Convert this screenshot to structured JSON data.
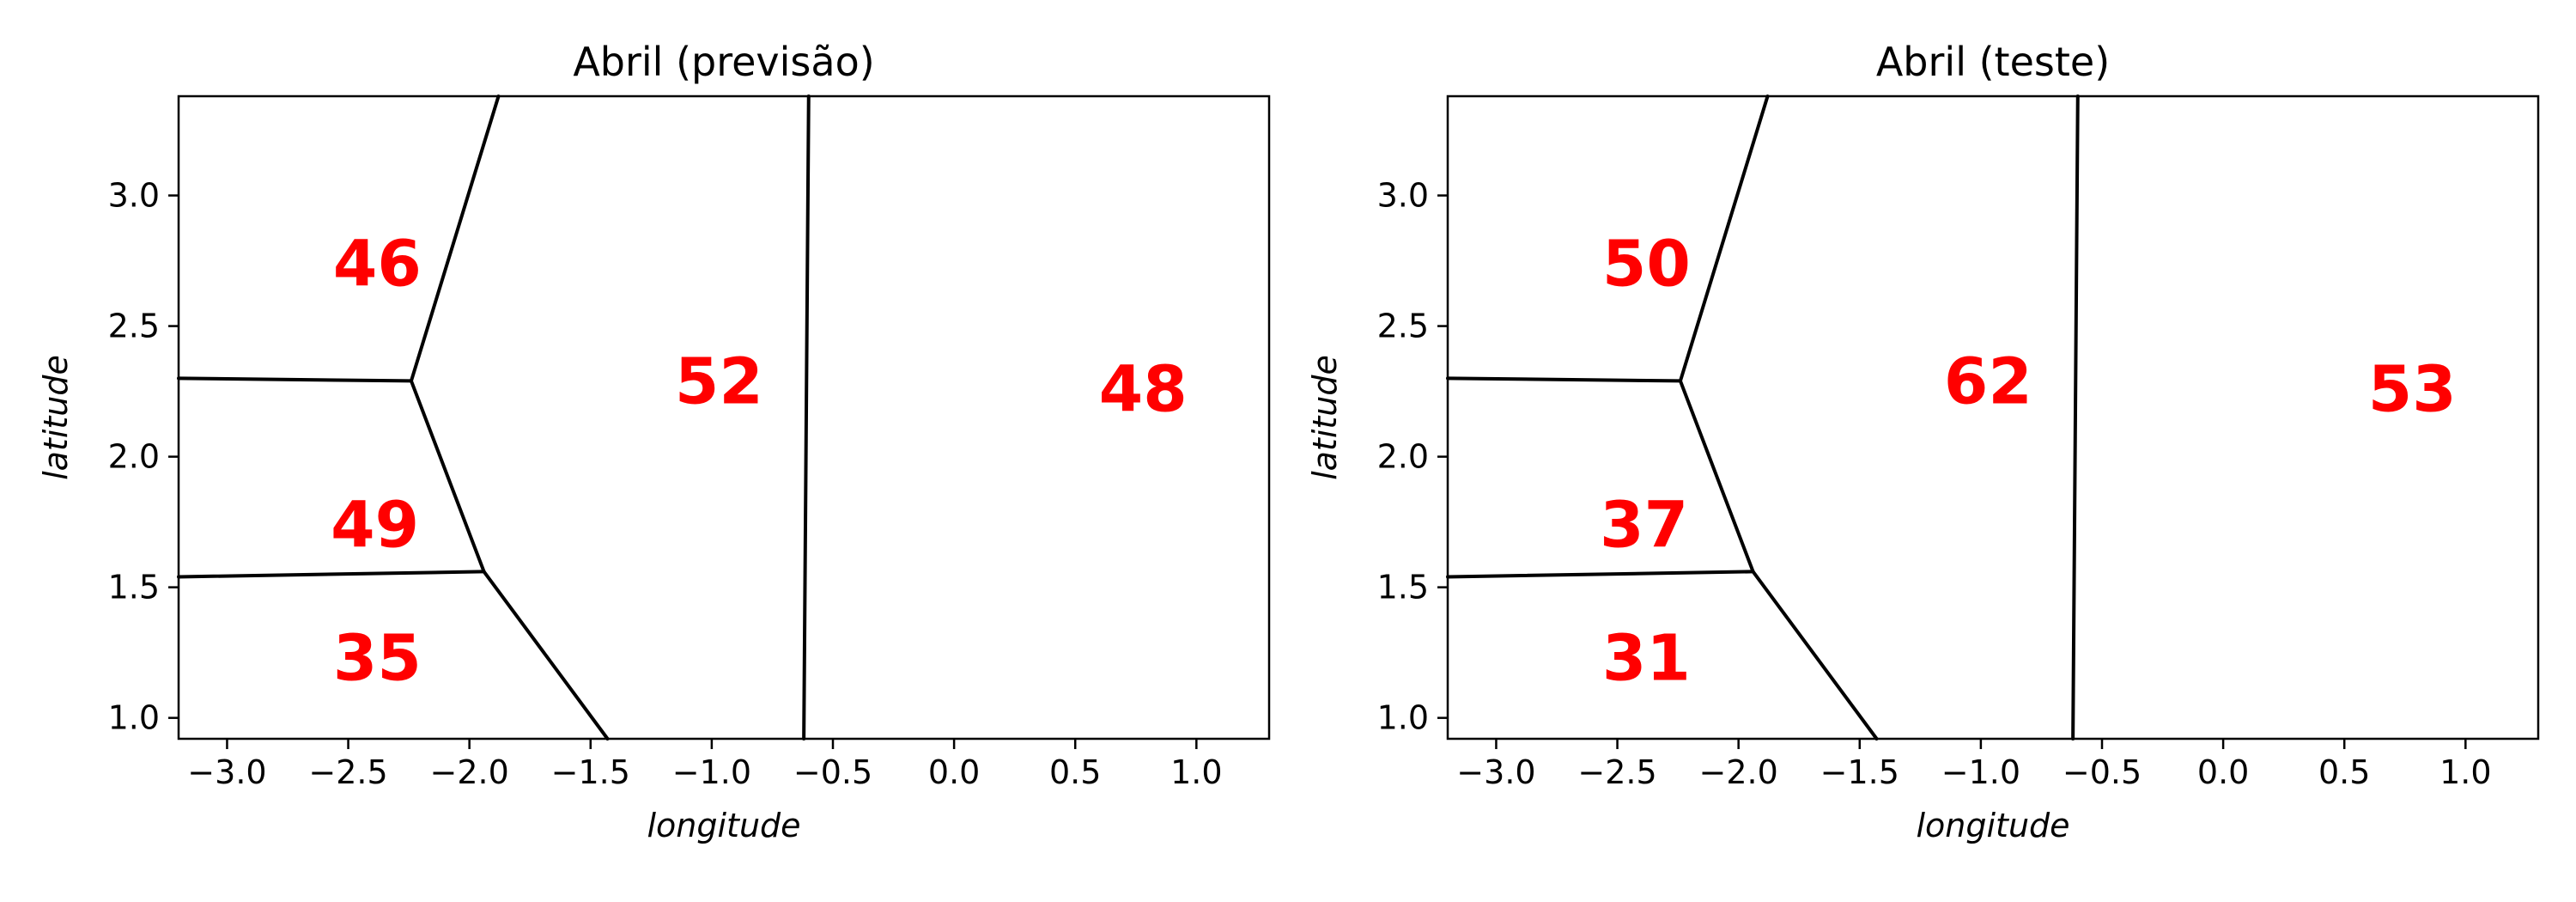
{
  "colors": {
    "region_label": "#ff0000",
    "edge": "#000000",
    "background": "#ffffff"
  },
  "chart_data": [
    {
      "type": "voronoi-map",
      "title": "Abril (previsão)",
      "xlabel": "longitude",
      "ylabel": "latitude",
      "xlim": [
        -3.2,
        1.3
      ],
      "ylim": [
        0.92,
        3.38
      ],
      "xticks": [
        -3.0,
        -2.5,
        -2.0,
        -1.5,
        -1.0,
        -0.5,
        0.0,
        0.5,
        1.0
      ],
      "xtick_labels": [
        "−3.0",
        "−2.5",
        "−2.0",
        "−1.5",
        "−1.0",
        "−0.5",
        "0.0",
        "0.5",
        "1.0"
      ],
      "yticks": [
        1.0,
        1.5,
        2.0,
        2.5,
        3.0
      ],
      "ytick_labels": [
        "1.0",
        "1.5",
        "2.0",
        "2.5",
        "3.0"
      ],
      "grid": false,
      "edges": [
        [
          [
            -1.88,
            3.38
          ],
          [
            -2.24,
            2.29
          ]
        ],
        [
          [
            -3.2,
            2.3
          ],
          [
            -2.24,
            2.29
          ]
        ],
        [
          [
            -2.24,
            2.29
          ],
          [
            -1.94,
            1.56
          ]
        ],
        [
          [
            -3.2,
            1.54
          ],
          [
            -1.94,
            1.56
          ]
        ],
        [
          [
            -1.94,
            1.56
          ],
          [
            -1.43,
            0.92
          ]
        ],
        [
          [
            -0.6,
            3.38
          ],
          [
            -0.62,
            0.92
          ]
        ]
      ],
      "regions": [
        {
          "label": "46",
          "x": -2.38,
          "y": 2.74
        },
        {
          "label": "49",
          "x": -2.39,
          "y": 1.74
        },
        {
          "label": "35",
          "x": -2.38,
          "y": 1.23
        },
        {
          "label": "52",
          "x": -0.97,
          "y": 2.29
        },
        {
          "label": "48",
          "x": 0.78,
          "y": 2.26
        }
      ]
    },
    {
      "type": "voronoi-map",
      "title": "Abril (teste)",
      "xlabel": "longitude",
      "ylabel": "latitude",
      "xlim": [
        -3.2,
        1.3
      ],
      "ylim": [
        0.92,
        3.38
      ],
      "xticks": [
        -3.0,
        -2.5,
        -2.0,
        -1.5,
        -1.0,
        -0.5,
        0.0,
        0.5,
        1.0
      ],
      "xtick_labels": [
        "−3.0",
        "−2.5",
        "−2.0",
        "−1.5",
        "−1.0",
        "−0.5",
        "0.0",
        "0.5",
        "1.0"
      ],
      "yticks": [
        1.0,
        1.5,
        2.0,
        2.5,
        3.0
      ],
      "ytick_labels": [
        "1.0",
        "1.5",
        "2.0",
        "2.5",
        "3.0"
      ],
      "grid": false,
      "edges": [
        [
          [
            -1.88,
            3.38
          ],
          [
            -2.24,
            2.29
          ]
        ],
        [
          [
            -3.2,
            2.3
          ],
          [
            -2.24,
            2.29
          ]
        ],
        [
          [
            -2.24,
            2.29
          ],
          [
            -1.94,
            1.56
          ]
        ],
        [
          [
            -3.2,
            1.54
          ],
          [
            -1.94,
            1.56
          ]
        ],
        [
          [
            -1.94,
            1.56
          ],
          [
            -1.43,
            0.92
          ]
        ],
        [
          [
            -0.6,
            3.38
          ],
          [
            -0.62,
            0.92
          ]
        ]
      ],
      "regions": [
        {
          "label": "50",
          "x": -2.38,
          "y": 2.74
        },
        {
          "label": "37",
          "x": -2.39,
          "y": 1.74
        },
        {
          "label": "31",
          "x": -2.38,
          "y": 1.23
        },
        {
          "label": "62",
          "x": -0.97,
          "y": 2.29
        },
        {
          "label": "53",
          "x": 0.78,
          "y": 2.26
        }
      ]
    }
  ]
}
